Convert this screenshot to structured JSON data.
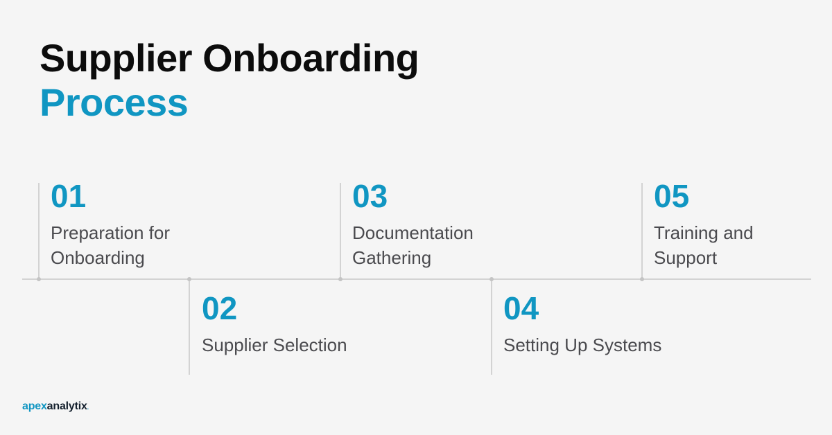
{
  "title": {
    "line1": "Supplier Onboarding",
    "line2": "Process"
  },
  "steps": [
    {
      "number": "01",
      "label": "Preparation for Onboarding",
      "position": "above"
    },
    {
      "number": "02",
      "label": "Supplier Selection",
      "position": "below"
    },
    {
      "number": "03",
      "label": "Documentation Gathering",
      "position": "above"
    },
    {
      "number": "04",
      "label": "Setting Up Systems",
      "position": "below"
    },
    {
      "number": "05",
      "label": "Training and Support",
      "position": "above"
    }
  ],
  "logo": {
    "prefix": "apex",
    "suffix": "analytix",
    "mark": "."
  },
  "colors": {
    "accent": "#1096c2",
    "title": "#0c0c0c",
    "text": "#4a4a4e",
    "line": "#d3d3d3",
    "background": "#f5f5f5"
  }
}
